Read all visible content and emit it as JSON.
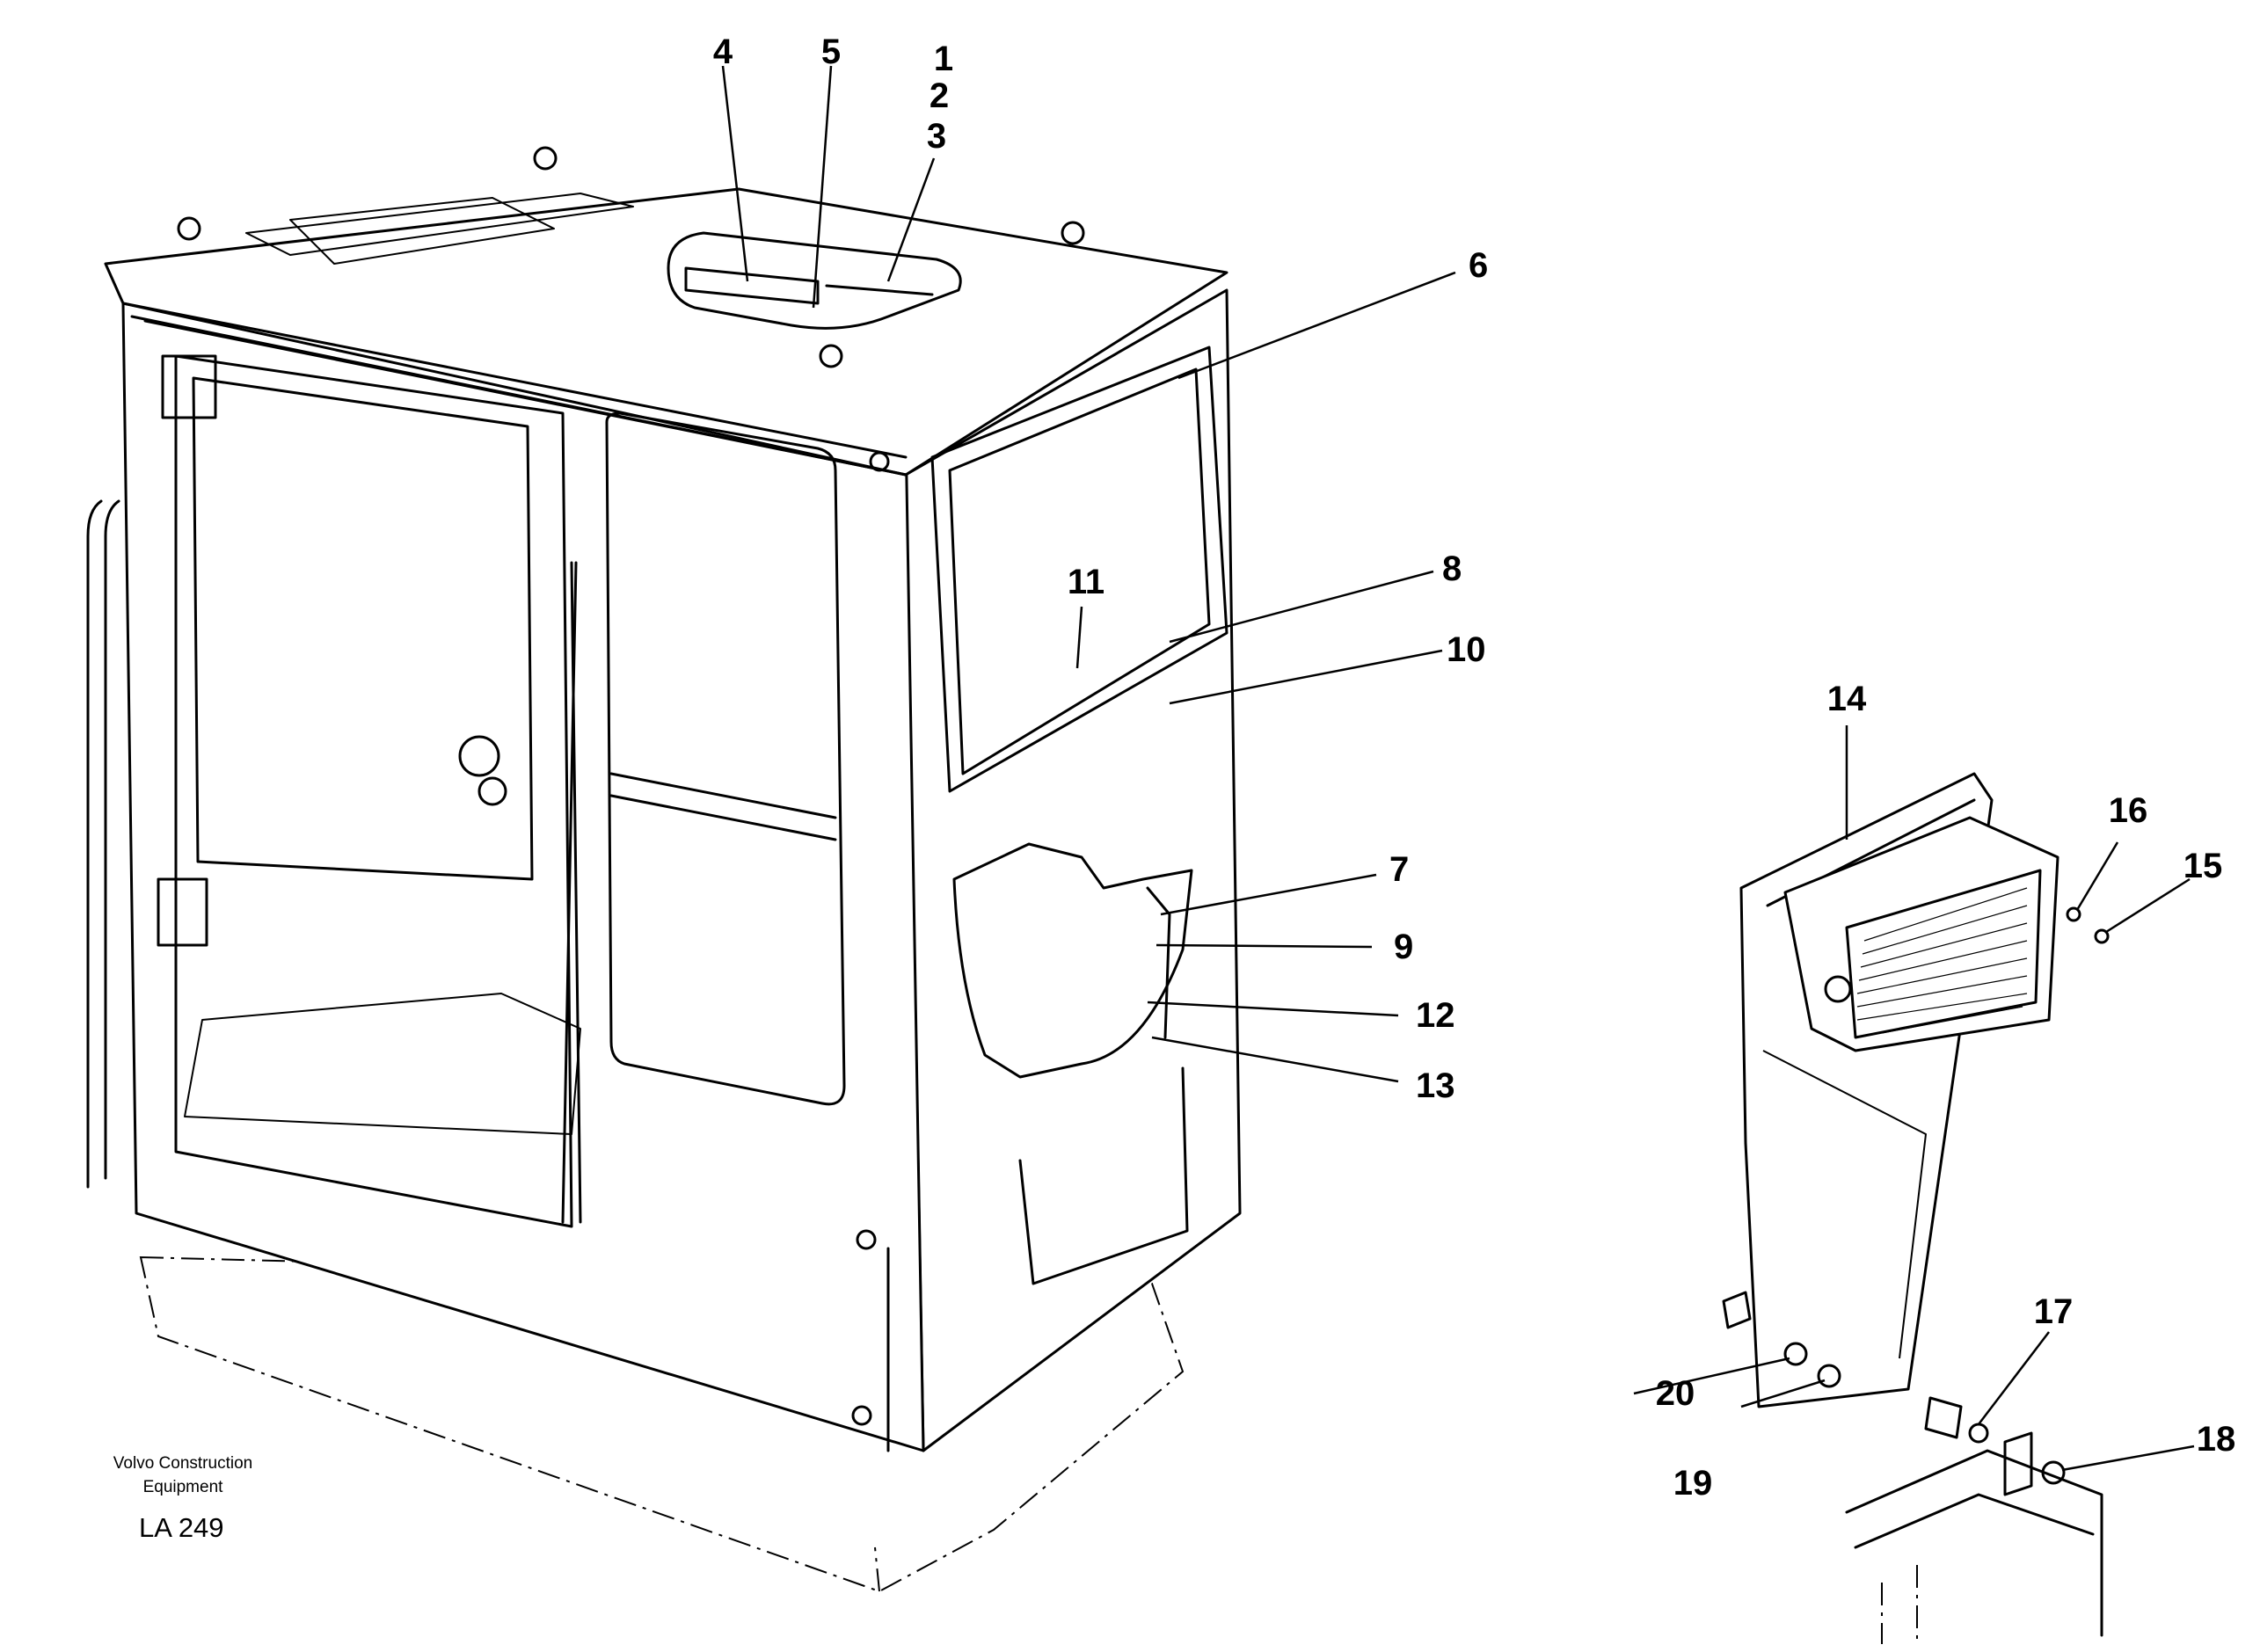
{
  "callouts": {
    "c1": "1",
    "c2": "2",
    "c3": "3",
    "c4": "4",
    "c5": "5",
    "c6": "6",
    "c7": "7",
    "c8": "8",
    "c9": "9",
    "c10": "10",
    "c11": "11",
    "c12": "12",
    "c13": "13",
    "c14": "14",
    "c15": "15",
    "c16": "16",
    "c17": "17",
    "c18": "18",
    "c19": "19",
    "c20": "20"
  },
  "credit": {
    "line1": "Volvo Construction",
    "line2": "Equipment",
    "code": "LA 249"
  },
  "colors": {
    "ink": "#000000",
    "paper": "#ffffff"
  }
}
